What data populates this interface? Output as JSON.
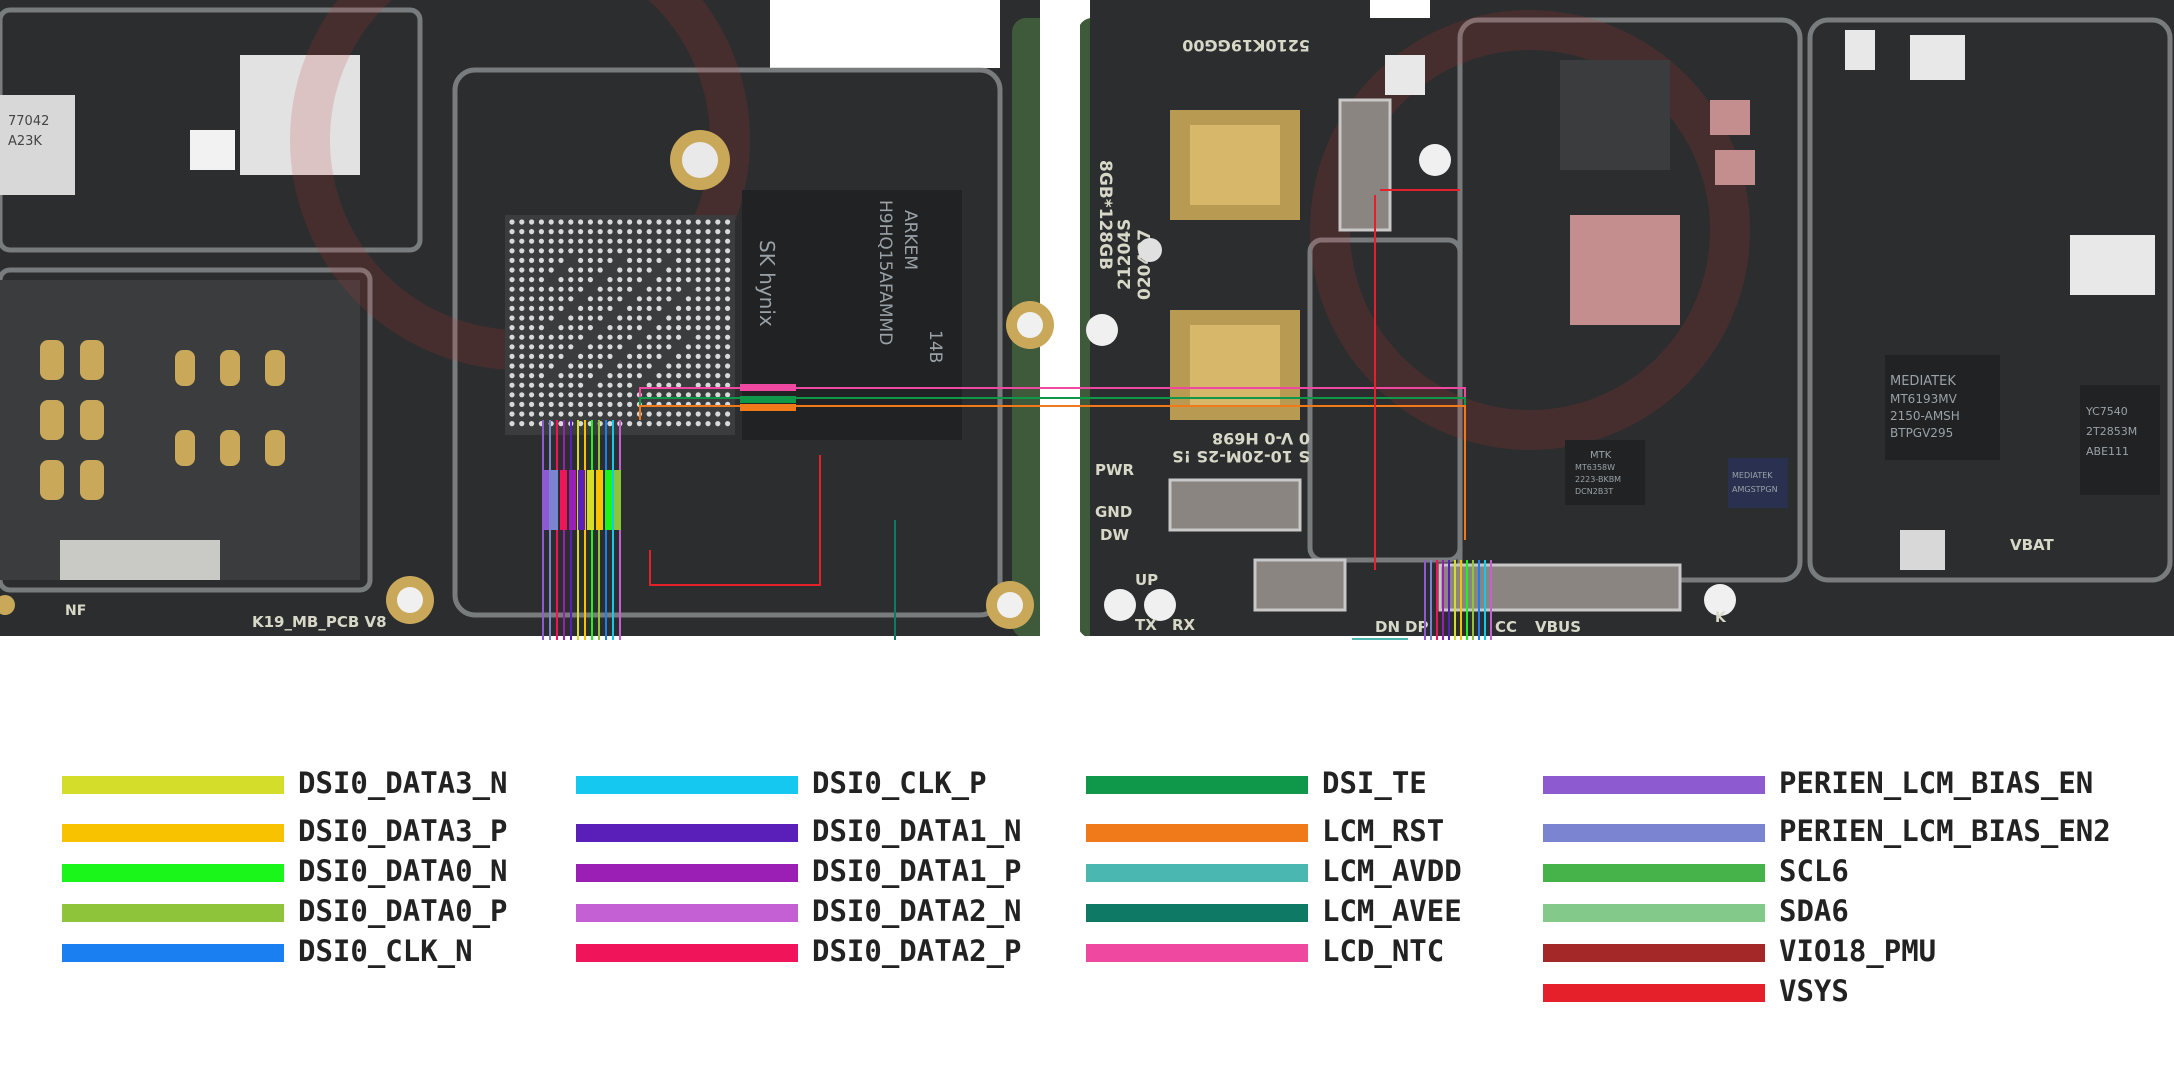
{
  "board": {
    "pcb_label": "K19_MB_PCB V8",
    "flash_chip_text": [
      "SK hynix",
      "H9HQ15AFAMMD",
      "ARKEM",
      "14B"
    ],
    "mem_chip_text": [
      "5210K19GG00"
    ],
    "ram_label": "8GB*128GB",
    "serial_text": [
      "21204S",
      "020427"
    ],
    "version_text": [
      "S 10-20M-2S !S",
      "0 V-0 H698"
    ],
    "mtk_chip_text": [
      "MTK",
      "MT6358W",
      "2223-BKBM",
      "DCN2B3T"
    ],
    "mediatek_chip_text": [
      "MEDIATEK",
      "MT6193MV",
      "2150-AMSH",
      "BTPGV295"
    ],
    "small_chip_text": [
      "MEDIATEK",
      "AMGSTPGN"
    ],
    "ic_right_text": [
      "YC7540",
      "2T2853M",
      "ABE111"
    ],
    "silk_labels": {
      "pwr": "PWR",
      "gnd": "GND",
      "dw": "DW",
      "up": "UP",
      "tx": "TX",
      "rx": "RX",
      "dn": "DN",
      "dp": "DP",
      "cc": "CC",
      "vbus": "VBUS",
      "vbat": "VBAT",
      "nf": "NF",
      "k": "K"
    },
    "chip_topleft": [
      "77042",
      "A23K"
    ]
  },
  "legend": [
    {
      "label": "DSI0_DATA3_N",
      "color": "#d4de2a"
    },
    {
      "label": "DSI0_DATA3_P",
      "color": "#f9c200"
    },
    {
      "label": "DSI0_DATA0_N",
      "color": "#1af51a"
    },
    {
      "label": "DSI0_DATA0_P",
      "color": "#8ec43a"
    },
    {
      "label": "DSI0_CLK_N",
      "color": "#1a7ff0"
    },
    {
      "label": "DSI0_CLK_P",
      "color": "#14c8ef"
    },
    {
      "label": "DSI0_DATA1_N",
      "color": "#5a1fb8"
    },
    {
      "label": "DSI0_DATA1_P",
      "color": "#9c1fb5"
    },
    {
      "label": "DSI0_DATA2_N",
      "color": "#c460d4"
    },
    {
      "label": "DSI0_DATA2_P",
      "color": "#f0145a"
    },
    {
      "label": "DSI_TE",
      "color": "#10984a"
    },
    {
      "label": "LCM_RST",
      "color": "#f07a1a"
    },
    {
      "label": "LCM_AVDD",
      "color": "#4ab8b0"
    },
    {
      "label": "LCM_AVEE",
      "color": "#0e7a66"
    },
    {
      "label": "LCD_NTC",
      "color": "#ee48a0"
    },
    {
      "label": "PERIEN_LCM_BIAS_EN",
      "color": "#8e5ad0"
    },
    {
      "label": "PERIEN_LCM_BIAS_EN2",
      "color": "#7a84d0"
    },
    {
      "label": "SCL6",
      "color": "#45b24a"
    },
    {
      "label": "SDA6",
      "color": "#82c98a"
    },
    {
      "label": "VIO18_PMU",
      "color": "#a52828"
    },
    {
      "label": "VSYS",
      "color": "#e5202a"
    }
  ]
}
